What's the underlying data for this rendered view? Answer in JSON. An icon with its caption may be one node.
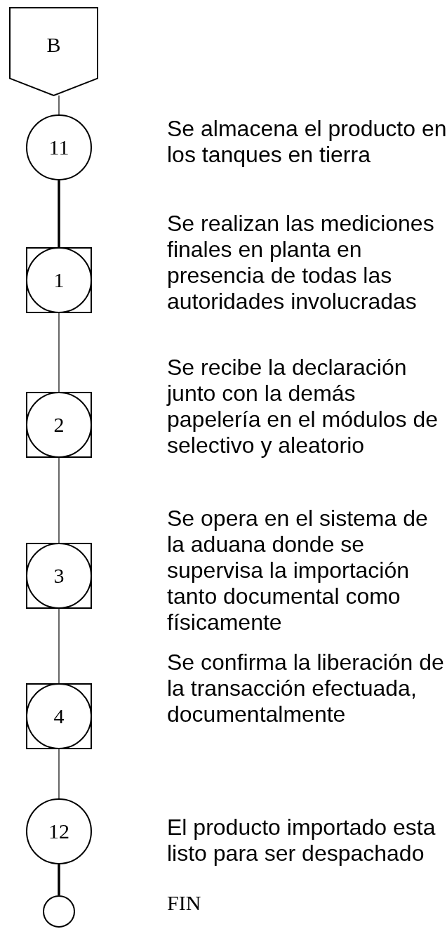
{
  "diagram": {
    "nodes": [
      {
        "text": [
          "B"
        ]
      },
      {
        "text": [
          "11"
        ],
        "beside": [
          "Se almacena el producto en los tanques en tierra"
        ]
      },
      {
        "text": [
          "1"
        ],
        "beside": [
          "Se realizan las mediciones finales en planta en presencia de todas las autoridades involucradas"
        ]
      },
      {
        "text": [
          "2"
        ],
        "beside": [
          "Se recibe la declaración junto con la demás papelería en el módulos de selectivo y aleatorio"
        ]
      },
      {
        "text": [
          "3"
        ],
        "beside": [
          "Se opera en el sistema de la aduana donde se supervisa la importación tanto documental como físicamente"
        ]
      },
      {
        "text": [
          "4"
        ],
        "beside": [
          "Se confirma la liberación de la transacción efectuada, documentalmente"
        ]
      },
      {
        "text": [
          "12"
        ],
        "beside": [
          "El producto importado esta listo para ser despachado"
        ]
      },
      {
        "text": [],
        "shape": "circle"
      }
    ],
    "labels": [
      "FIN"
    ],
    "edges": [
      {
        "from": 0,
        "to": 1,
        "arrow": "none"
      },
      {
        "from": 1,
        "to": 2,
        "arrow": "none",
        "style": "thick"
      },
      {
        "from": 2,
        "to": 3,
        "arrow": "none"
      },
      {
        "from": 3,
        "to": 4,
        "arrow": "none"
      },
      {
        "from": 4,
        "to": 5,
        "arrow": "none"
      },
      {
        "from": 5,
        "to": 6,
        "arrow": "none"
      },
      {
        "from": 6,
        "to": 7,
        "arrow": "none",
        "style": "thick"
      }
    ]
  }
}
